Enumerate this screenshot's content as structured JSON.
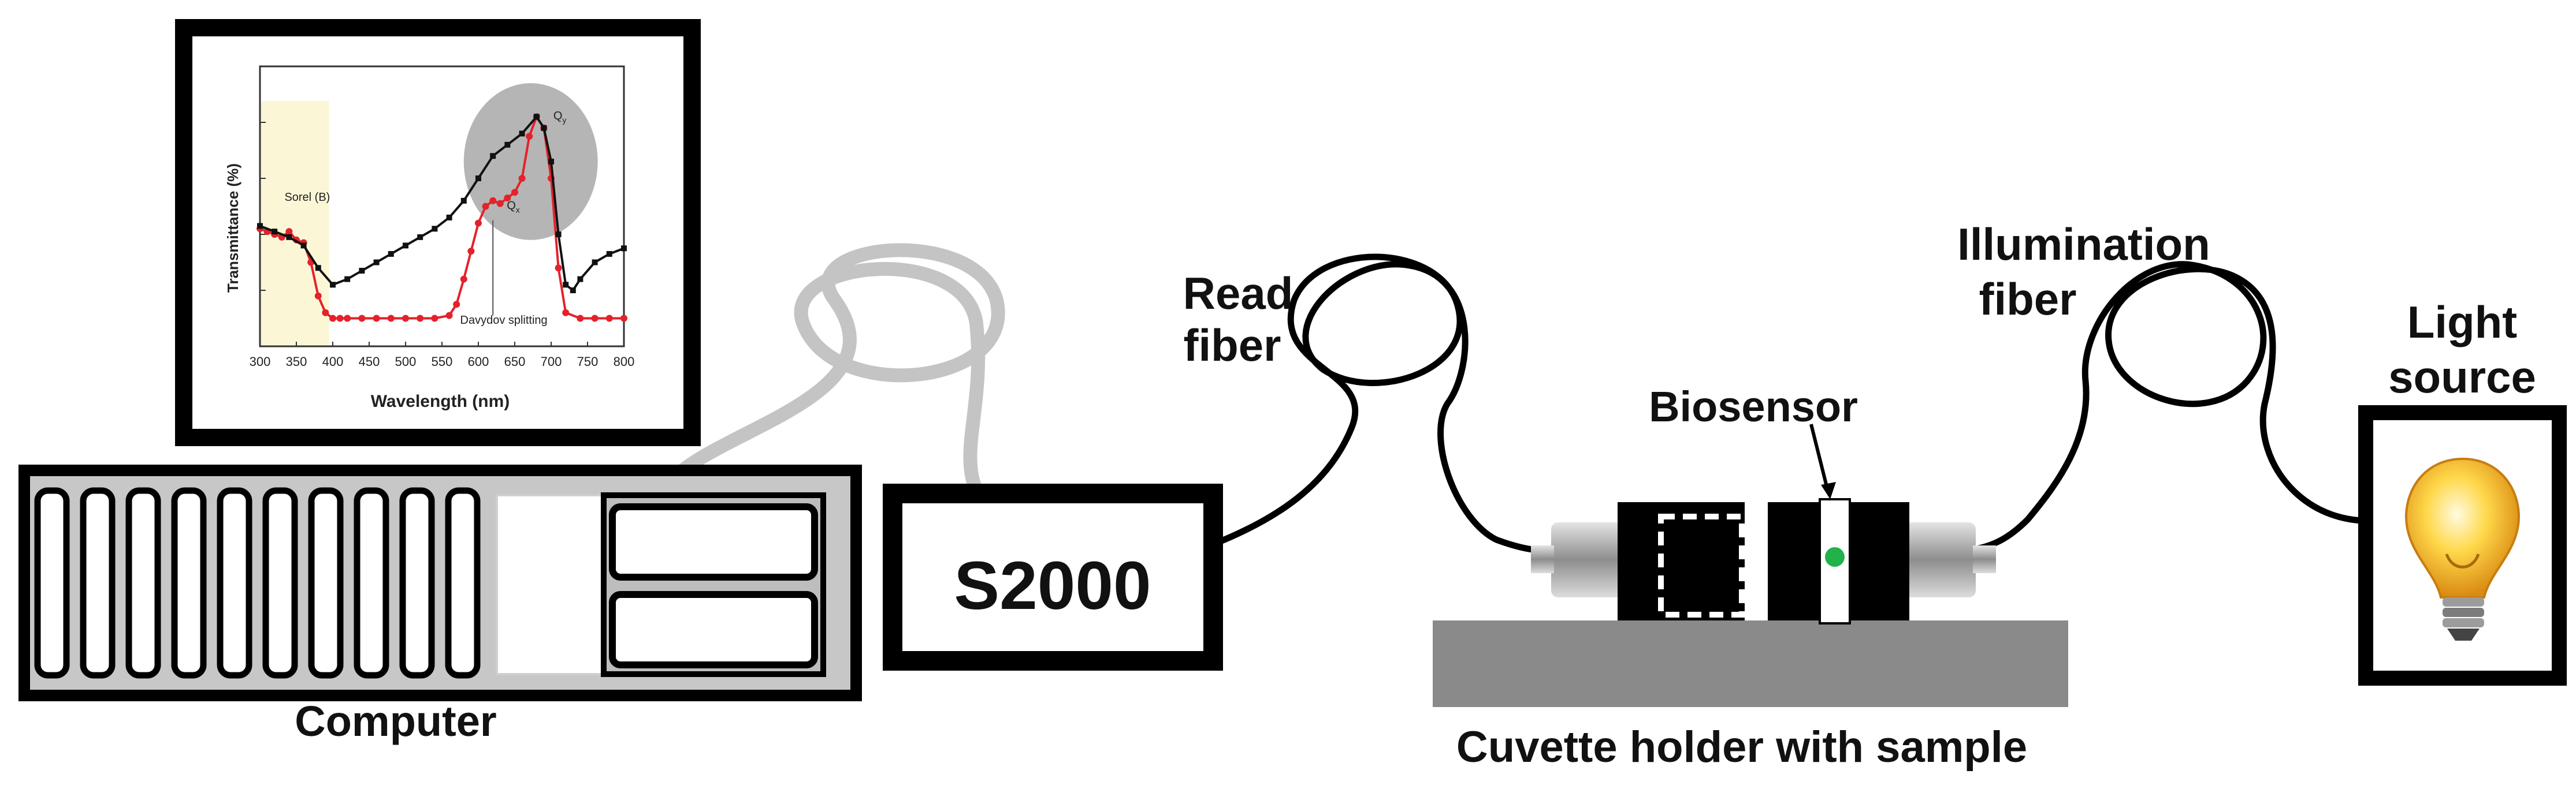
{
  "labels": {
    "computer": "Computer",
    "spectrometer": "S2000",
    "read_fiber_line1": "Read",
    "read_fiber_line2": "fiber",
    "biosensor": "Biosensor",
    "illumination_fiber_line1": "Illumination",
    "illumination_fiber_line2": "fiber",
    "light_source_line1": "Light",
    "light_source_line2": "source",
    "cuvette_holder": "Cuvette holder with sample"
  },
  "icons": {
    "computer": "computer-icon",
    "spectrometer": "spectrometer-box",
    "light_source": "light-bulb-icon",
    "fiber": "fiber-coil"
  },
  "colors": {
    "outline": "#000000",
    "computer_panel": "#c7c7c7",
    "cable_gray": "#c4c4c4",
    "stage": "#8a8a8a",
    "sensor_dot": "#22b24a",
    "series_red": "#e3222b",
    "series_black": "#111111",
    "highlight_gray": "#a8a8a8",
    "highlight_yellow": "#fbf7d6",
    "bulb": "#f7c533"
  },
  "chart_data": {
    "type": "line",
    "title": "",
    "xlabel": "Wavelength (nm)",
    "ylabel": "Transmittance (%)",
    "xlim": [
      300,
      800
    ],
    "ylim": [
      0,
      100
    ],
    "x_ticks": [
      "300",
      "350",
      "400",
      "450",
      "500",
      "550",
      "600",
      "650",
      "700",
      "750",
      "800"
    ],
    "annotations": [
      {
        "text": "Sorel (B)",
        "x": 365,
        "y": 52
      },
      {
        "text": "Q",
        "sub": "x",
        "x": 648,
        "y": 49
      },
      {
        "text": "Q",
        "sub": "y",
        "x": 712,
        "y": 81
      },
      {
        "text": "Davydov splitting",
        "x": 635,
        "y": 8
      }
    ],
    "highlights": [
      {
        "kind": "ellipse",
        "cx": 672,
        "cy": 66,
        "rx": 92,
        "ry": 28
      },
      {
        "kind": "band",
        "x0": 300,
        "x1": 395
      }
    ],
    "series": [
      {
        "color": "#e3222b",
        "marker": "circle",
        "x": [
          300,
          310,
          320,
          330,
          340,
          350,
          360,
          370,
          380,
          390,
          400,
          410,
          420,
          440,
          460,
          480,
          500,
          520,
          540,
          560,
          570,
          580,
          590,
          600,
          610,
          620,
          630,
          640,
          650,
          660,
          670,
          680,
          690,
          700,
          710,
          720,
          740,
          760,
          780,
          800
        ],
        "y": [
          42,
          41,
          40,
          39,
          41,
          38,
          37,
          30,
          18,
          12,
          10,
          10,
          10,
          10,
          10,
          10,
          10,
          10,
          10,
          11,
          15,
          24,
          34,
          44,
          50,
          52,
          51,
          53,
          55,
          60,
          75,
          82,
          78,
          60,
          28,
          12,
          10,
          10,
          10,
          10
        ]
      },
      {
        "color": "#111111",
        "marker": "square",
        "x": [
          300,
          320,
          340,
          360,
          380,
          400,
          420,
          440,
          460,
          480,
          500,
          520,
          540,
          560,
          580,
          600,
          620,
          640,
          660,
          680,
          690,
          700,
          710,
          720,
          730,
          740,
          760,
          780,
          800
        ],
        "y": [
          43,
          41,
          39,
          36,
          28,
          22,
          24,
          27,
          30,
          33,
          36,
          39,
          42,
          46,
          52,
          60,
          68,
          72,
          76,
          82,
          78,
          66,
          40,
          22,
          20,
          24,
          30,
          33,
          35
        ]
      }
    ]
  }
}
